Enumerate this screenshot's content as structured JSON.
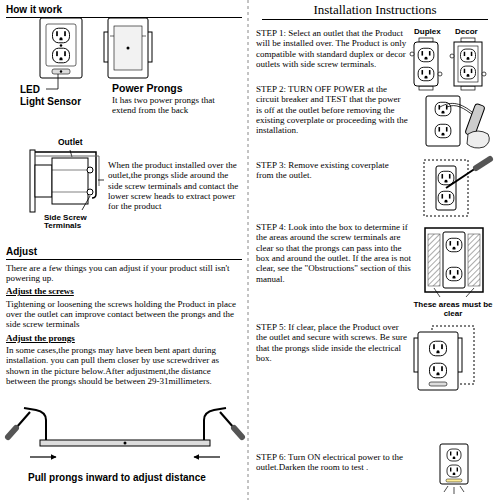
{
  "diagram": {
    "labels": [
      "How it work",
      "LED",
      "Light Sensor",
      "Power Prongs",
      "It has two power prongs that extend from the back",
      "Outlet",
      "When the product installed over the outlet,the prongs slide around the side screw terminals and contact the lower screw heads to extract power for the product",
      "Side Screw Terminals",
      "Adjust",
      "There are a few things you can adjust if your product still isn't powering up.",
      "Adjust the screws",
      "Tightening or loosening the screws holding the Product in place over the outlet can improve contact between the prongs and the side screw terminals",
      "Adjust the prongs",
      "In some cases,the prongs may have been bent apart during installation. you can pull them closer by use screwdriver as shown in the picture below.After adjustment,the distance between the prongs should be between 29-31millimeters.",
      "Pull prongs inward to adjust distance",
      "Installation Instructions",
      "STEP 1: Select an outlet that the Product will be installed over. The Product is only compatible with standard duplex or decor outlets with side screw terminals.",
      "Duplex",
      "Decor",
      "STEP 2: TURN OFF POWER at the circuit breaker and TEST that the power is off at the outlet before removing the existing coverplate or proceeding with the installation.",
      "STEP 3: Remove existing coverplate from the outlet.",
      "STEP 4: Look into the box to determine if the areas around the screw terminals are clear so that the prongs can pass into the box and around the outlet. If the area is not clear, see the \"Obstructions\" section of this manual.",
      "These areas must be clear",
      "STEP 5: If clear, place the Product over the outlet and secure with screws. Be sure that the prongs slide inside the electrical box.",
      "STEP 6: Turn ON electrical power to the outlet.Darken the room to test ."
    ]
  }
}
